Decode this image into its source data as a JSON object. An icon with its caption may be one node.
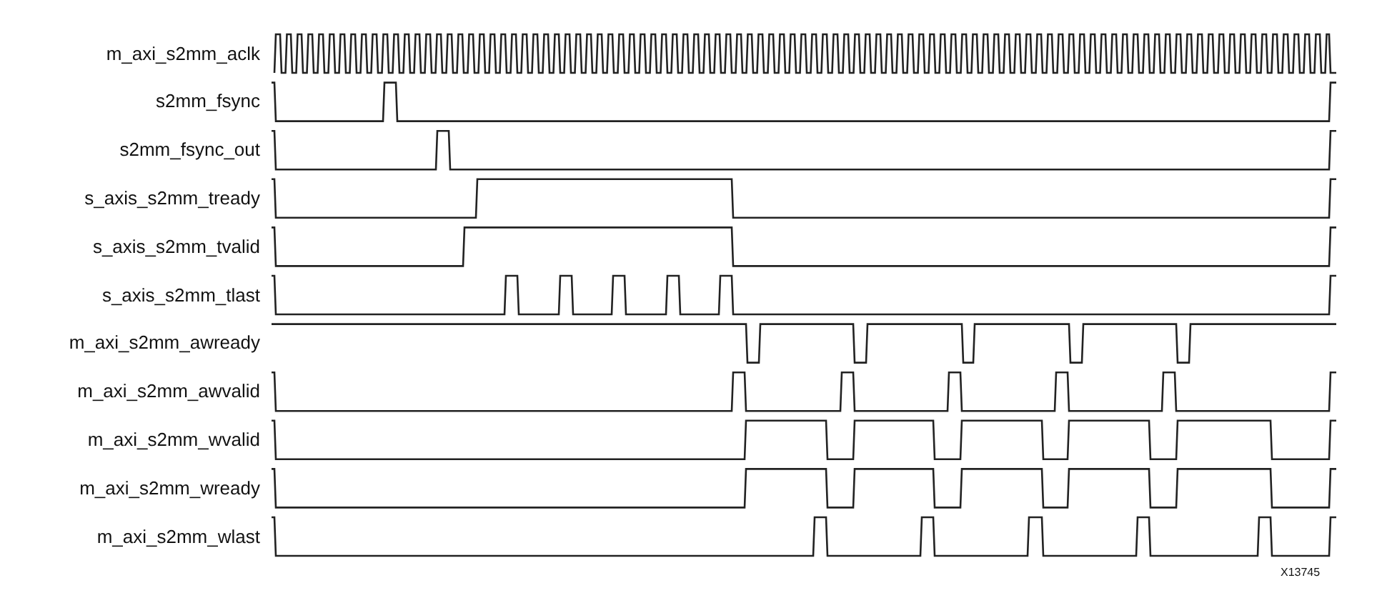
{
  "diagram": {
    "labels": [
      "m_axi_s2mm_aclk",
      "s2mm_fsync",
      "s2mm_fsync_out",
      "s_axis_s2mm_tready",
      "s_axis_s2mm_tvalid",
      "s_axis_s2mm_tlast",
      "m_axi_s2mm_awready",
      "m_axi_s2mm_awvalid",
      "m_axi_s2mm_wvalid",
      "m_axi_s2mm_wready",
      "m_axi_s2mm_wlast",
      "X13745"
    ]
  }
}
